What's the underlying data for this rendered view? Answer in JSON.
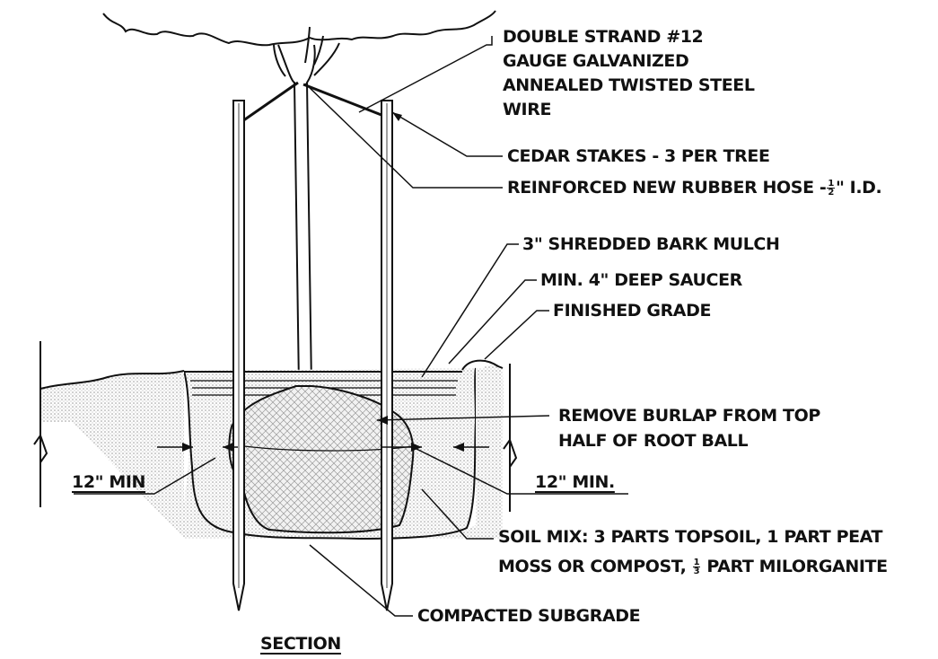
{
  "labels": {
    "wire_1": "DOUBLE STRAND #12",
    "wire_2": "GAUGE GALVANIZED",
    "wire_3": "ANNEALED TWISTED STEEL",
    "wire_4": "WIRE",
    "stakes": "CEDAR STAKES - 3 PER TREE",
    "hose_pre": "REINFORCED NEW RUBBER HOSE -",
    "hose_frac_num": "1",
    "hose_frac_den": "2",
    "hose_post": "\" I.D.",
    "mulch": "3\" SHREDDED BARK MULCH",
    "saucer": "MIN. 4\" DEEP SAUCER",
    "grade": "FINISHED GRADE",
    "burlap_1": "REMOVE BURLAP FROM TOP",
    "burlap_2": "HALF OF ROOT BALL",
    "min_left": "12\" MIN",
    "min_right": "12\" MIN.",
    "soil_1": "SOIL MIX: 3 PARTS TOPSOIL, 1 PART PEAT",
    "soil_2_pre": "MOSS OR COMPOST,",
    "soil_frac_num": "1",
    "soil_frac_den": "3",
    "soil_2_post": "PART MILORGANITE",
    "subgrade": "COMPACTED SUBGRADE",
    "section": "SECTION"
  },
  "colors": {
    "ink": "#111111",
    "soil_fill": "#d9d9d9",
    "rootball_fill": "#e8e8e8",
    "background": "#ffffff"
  }
}
